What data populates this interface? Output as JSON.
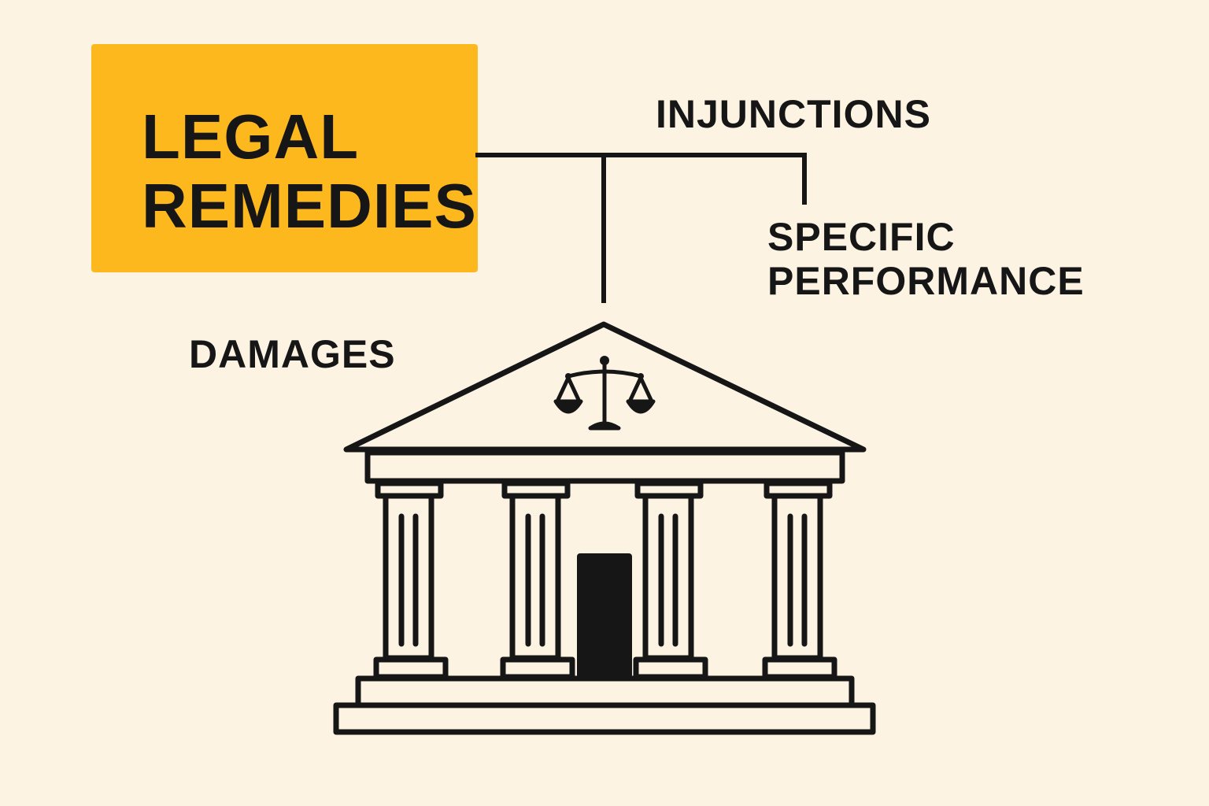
{
  "title": {
    "line1": "LEGAL",
    "line2": "REMEDIES"
  },
  "branches": {
    "injunctions": "INJUNCTIONS",
    "specific_performance": {
      "line1": "SPECIFIC",
      "line2": "PERFORMANCE"
    },
    "damages": "DAMAGES"
  },
  "icons": [
    "courthouse-icon",
    "scales-of-justice-icon"
  ],
  "colors": {
    "background": "#fcf3e3",
    "title_box": "#fdb81e",
    "ink": "#161616"
  }
}
